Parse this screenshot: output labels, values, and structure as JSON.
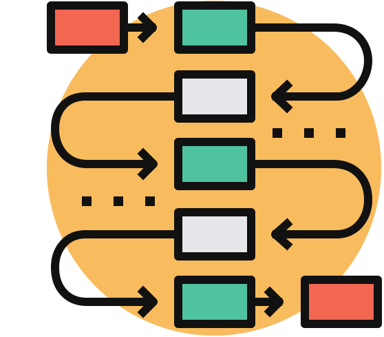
{
  "icon": {
    "name": "workflow-process-flowchart",
    "colors": {
      "background_circle": "#F8BB5D",
      "outline": "#111111",
      "start_end_box": "#F26652",
      "process_box": "#4FC3A0",
      "decision_box": "#E6E7EB"
    },
    "nodes": [
      {
        "id": "start",
        "kind": "start-end"
      },
      {
        "id": "step-1",
        "kind": "process"
      },
      {
        "id": "step-2",
        "kind": "decision"
      },
      {
        "id": "step-3",
        "kind": "process"
      },
      {
        "id": "step-4",
        "kind": "decision"
      },
      {
        "id": "step-5",
        "kind": "process"
      },
      {
        "id": "end",
        "kind": "start-end"
      }
    ]
  }
}
